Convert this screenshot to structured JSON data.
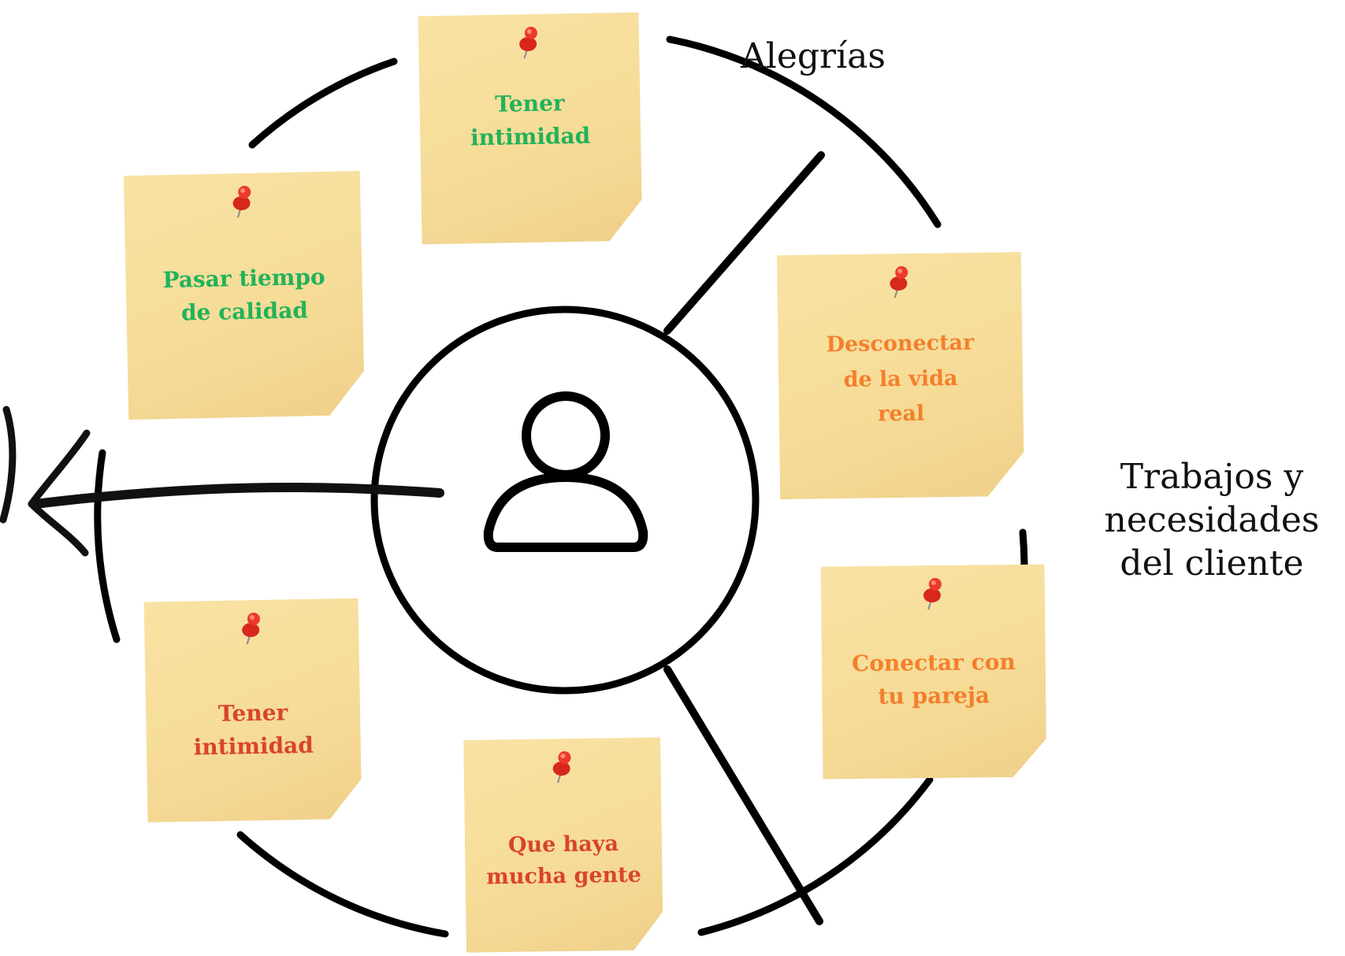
{
  "labels": {
    "gains": "Alegrías",
    "jobs": "Trabajos y\nnecesidades\ndel cliente"
  },
  "notes": [
    {
      "id": "tener-intimidad-top",
      "text": "Tener\nintimidad",
      "color": "#22b25a"
    },
    {
      "id": "pasar-tiempo",
      "text": "Pasar tiempo\nde calidad",
      "color": "#22b25a"
    },
    {
      "id": "desconectar",
      "text": "Desconectar\nde la vida\nreal",
      "color": "#f47f2b"
    },
    {
      "id": "conectar",
      "text": "Conectar con\ntu pareja",
      "color": "#f47f2b"
    },
    {
      "id": "tener-intimidad-bottom",
      "text": "Tener\nintimidad",
      "color": "#d9442a"
    },
    {
      "id": "que-haya",
      "text": "Que haya\nmucha gente",
      "color": "#d9442a"
    }
  ],
  "icons": {
    "center": "user-icon",
    "pin": "push-pin-icon"
  }
}
